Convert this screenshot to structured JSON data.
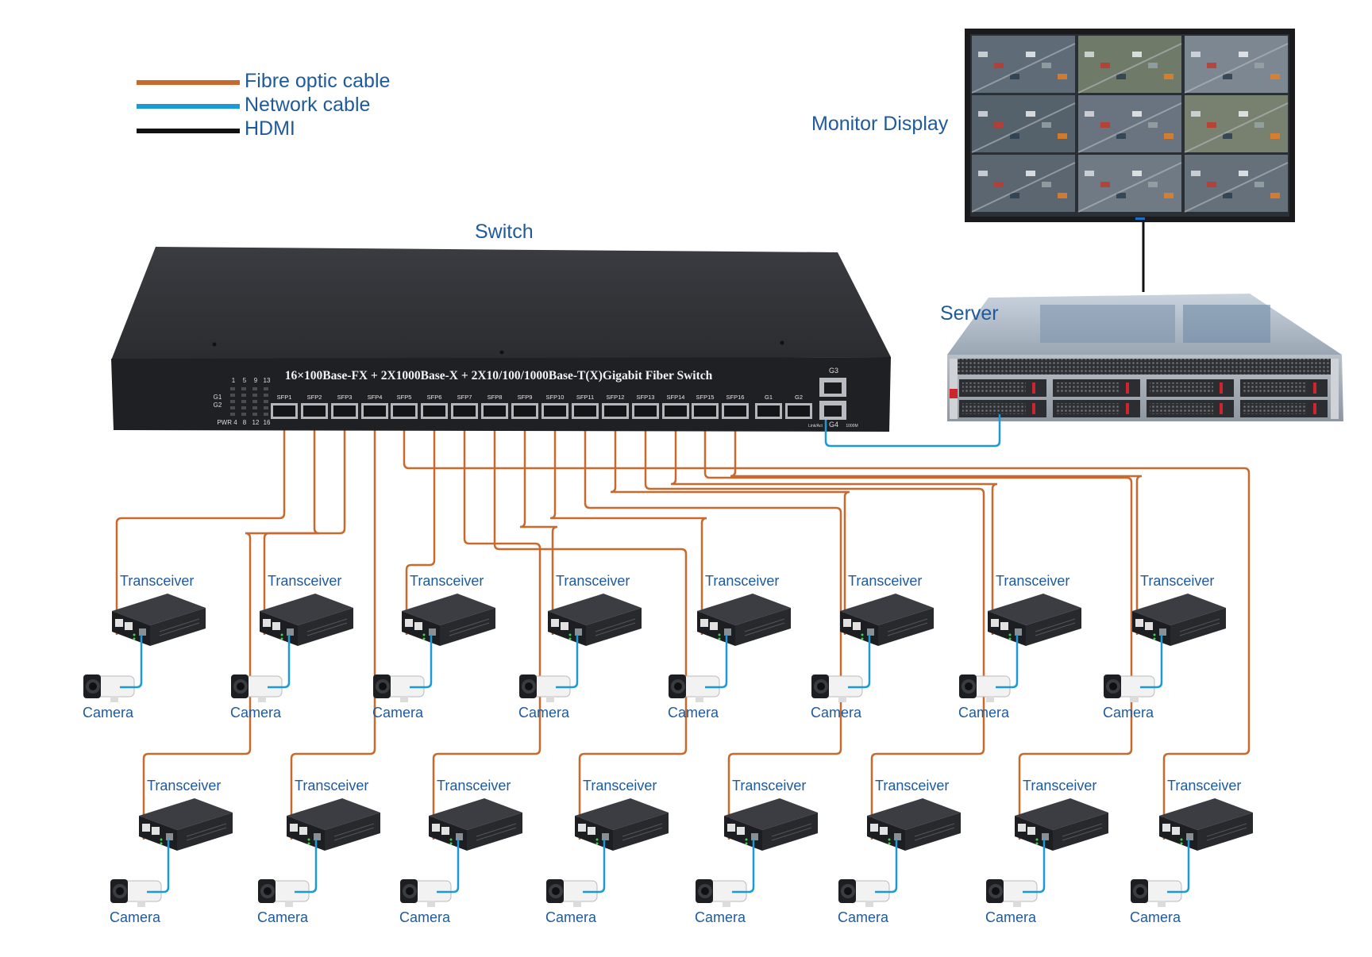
{
  "legend": [
    {
      "label": "Fibre optic cable",
      "color": "#c8692d"
    },
    {
      "label": "Network cable",
      "color": "#1b9ad8"
    },
    {
      "label": "HDMI",
      "color": "#111111"
    }
  ],
  "labels": {
    "switch": "Switch",
    "server": "Server",
    "monitor": "Monitor Display"
  },
  "switch": {
    "model_text": "16×100Base-FX + 2X1000Base-X + 2X10/100/1000Base-T(X)Gigabit Fiber Switch",
    "port_labels": [
      "SFP1",
      "SFP2",
      "SFP3",
      "SFP4",
      "SFP5",
      "SFP6",
      "SFP7",
      "SFP8",
      "SFP9",
      "SFP10",
      "SFP11",
      "SFP12",
      "SFP13",
      "SFP14",
      "SFP15",
      "SFP16",
      "G1",
      "G2"
    ],
    "rj45_labels": [
      "G3",
      "G4"
    ],
    "led_top_labels": [
      "1",
      "5",
      "9",
      "13"
    ],
    "led_bottom_labels": [
      "PWR 4",
      "8",
      "12",
      "16"
    ],
    "led_side_labels": [
      "G1",
      "G2"
    ],
    "speed_labels": [
      "Link/Act",
      "1000M"
    ]
  },
  "transceiver_label": "Transceiver",
  "camera_label": "Camera",
  "colors": {
    "fibre": "#c8692d",
    "network": "#1b9ad8",
    "hdmi": "#111111",
    "label": "#1f5a9c",
    "switch_body": "#2b2d31",
    "switch_front": "#1f2023"
  }
}
